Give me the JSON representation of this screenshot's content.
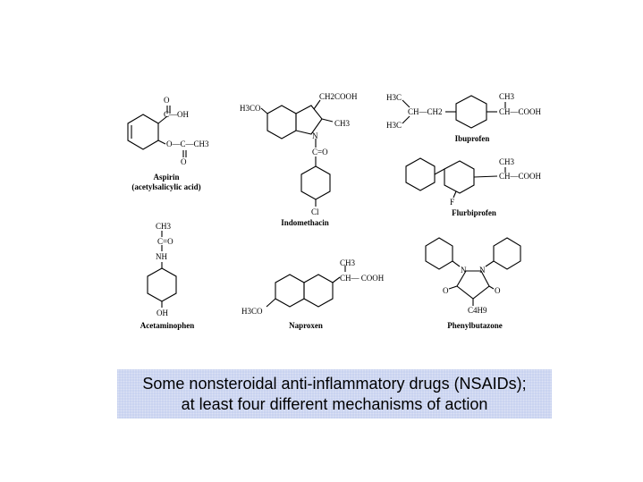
{
  "drugs": {
    "aspirin": {
      "name": "Aspirin",
      "subname": "(acetylsalicylic acid)",
      "atoms": {
        "o1": "O",
        "oh": "C—OH",
        "ester": "O—C—CH3",
        "o2": "O"
      }
    },
    "indomethacin": {
      "name": "Indomethacin",
      "atoms": {
        "ch2cooh": "CH2COOH",
        "h3co": "H3CO",
        "ch3": "CH3",
        "n": "N",
        "co": "C=O",
        "cl": "Cl"
      }
    },
    "ibuprofen": {
      "name": "Ibuprofen",
      "atoms": {
        "h3c_top": "H3C",
        "h3c_bot": "H3C",
        "ch_ch2": "CH—CH2",
        "ch3": "CH3",
        "ch_cooh": "CH—COOH"
      }
    },
    "flurbiprofen": {
      "name": "Flurbiprofen",
      "atoms": {
        "ch3": "CH3",
        "ch_cooh": "CH—COOH",
        "f": "F"
      }
    },
    "acetaminophen": {
      "name": "Acetaminophen",
      "atoms": {
        "ch3": "CH3",
        "co": "C=O",
        "nh": "NH",
        "oh": "OH"
      }
    },
    "naproxen": {
      "name": "Naproxen",
      "atoms": {
        "ch3": "CH3",
        "ch_cooh": "CH— COOH",
        "h3co": "H3CO"
      }
    },
    "phenylbutazone": {
      "name": "Phenylbutazone",
      "atoms": {
        "n1": "N",
        "n2": "N",
        "o_left": "O",
        "o_right": "O",
        "c4h9": "C4H9"
      }
    }
  },
  "caption": {
    "line1": "Some nonsteroidal anti-inflammatory drugs (NSAIDs);",
    "line2": "at least four different mechanisms of action"
  },
  "colors": {
    "caption_background": "#c9d3f0"
  }
}
